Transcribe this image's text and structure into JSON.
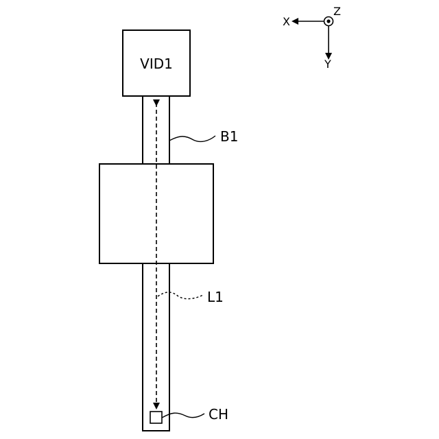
{
  "diagram": {
    "block_label": "VID1",
    "callouts": {
      "b1": "B1",
      "l1": "L1",
      "ch": "CH"
    },
    "axes": {
      "x": "X",
      "y": "Y",
      "z": "Z"
    }
  }
}
